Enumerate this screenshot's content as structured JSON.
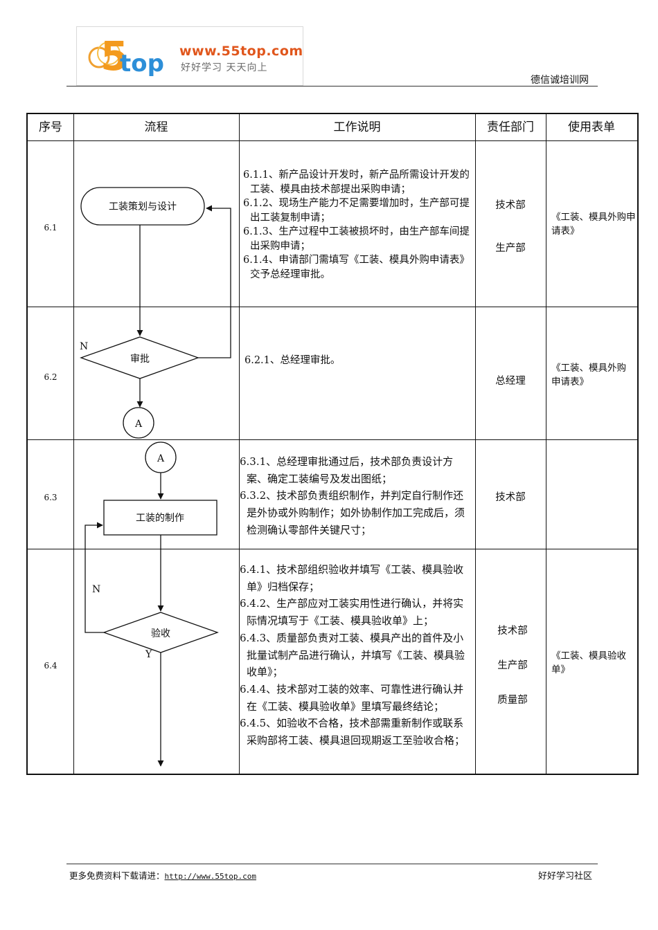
{
  "header": {
    "logo_big": "55top",
    "logo_url": "www.55top.com",
    "logo_slogan": "好好学习 天天向上",
    "site_name": "德信诚培训网"
  },
  "table": {
    "columns": [
      "序号",
      "流程",
      "工作说明",
      "责任部门",
      "使用表单"
    ],
    "rows": [
      {
        "num": "6.1",
        "desc": [
          "6.1.1、新产品设计开发时，新产品所需设计开发的工装、模具由技术部提出采购申请；",
          "6.1.2、现场生产能力不足需要增加时，生产部可提出工装复制申请；",
          "6.1.3、生产过程中工装被损坏时，由生产部车间提出采购申请；",
          "6.1.4、申请部门需填写《工装、模具外购申请表》交予总经理审批。"
        ],
        "depts": [
          "技术部",
          "生产部"
        ],
        "form": "《工装、模具外购申请表》"
      },
      {
        "num": "6.2",
        "desc": [
          "6.2.1、总经理审批。"
        ],
        "depts": [
          "总经理"
        ],
        "form": "《工装、模具外购申请表》"
      },
      {
        "num": "6.3",
        "desc": [
          "6.3.1、总经理审批通过后，技术部负责设计方案、确定工装编号及发出图纸；",
          "6.3.2、技术部负责组织制作，并判定自行制作还是外协或外购制作；如外协制作加工完成后，须检测确认零部件关键尺寸；"
        ],
        "depts": [
          "技术部"
        ],
        "form": ""
      },
      {
        "num": "6.4",
        "desc": [
          "6.4.1、技术部组织验收并填写《工装、模具验收单》归档保存；",
          "6.4.2、生产部应对工装实用性进行确认，并将实际情况填写于《工装、模具验收单》上；",
          "6.4.3、质量部负责对工装、模具产出的首件及小批量试制产品进行确认，并填写《工装、模具验收单》；",
          "6.4.4、技术部对工装的效率、可靠性进行确认并在《工装、模具验收单》里填写最终结论；",
          "6.4.5、如验收不合格，技术部需重新制作或联系采购部将工装、模具退回现期返工至验收合格；"
        ],
        "depts": [
          "技术部",
          "生产部",
          "质量部"
        ],
        "form": "《工装、模具验收单》"
      }
    ]
  },
  "flow": {
    "start": "工装策划与设计",
    "approve": "审批",
    "connector": "A",
    "make": "工装的制作",
    "accept": "验收",
    "no": "N",
    "yes": "Y"
  },
  "footer": {
    "left_text": "更多免费资料下载请进：",
    "left_link": "http://www.55top.com",
    "right_text": "好好学习社区"
  }
}
